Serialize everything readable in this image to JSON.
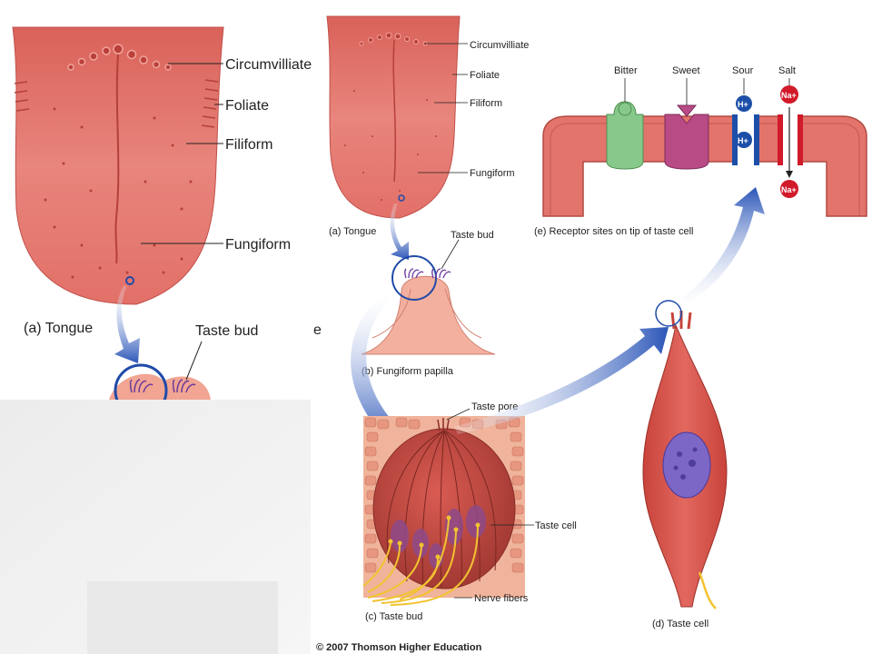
{
  "left_panel": {
    "labels": {
      "circumvilliate": "Circumvilliate",
      "foliate": "Foliate",
      "filiform": "Filiform",
      "fungiform": "Fungiform",
      "caption_tongue": "(a) Tongue",
      "taste_bud": "Taste bud"
    }
  },
  "right_panel": {
    "labels": {
      "circumvilliate": "Circumvilliate",
      "foliate": "Foliate",
      "filiform": "Filiform",
      "fungiform": "Fungiform",
      "caption_tongue": "(a) Tongue",
      "taste_bud": "Taste bud",
      "caption_papilla": "(b) Fungiform papilla",
      "taste_pore": "Taste pore",
      "taste_cell_c": "Taste cell",
      "nerve_fibers": "Nerve fibers",
      "caption_taste_bud": "(c) Taste bud",
      "caption_taste_cell": "(d) Taste cell",
      "caption_receptor": "(e) Receptor sites on tip of taste cell",
      "bitter": "Bitter",
      "sweet": "Sweet",
      "sour": "Sour",
      "salt": "Salt",
      "h_ion_1": "H+",
      "h_ion_2": "H+",
      "na_ion_top": "Na+",
      "na_ion_bottom": "Na+",
      "copyright": "© 2007 Thomson Higher Education"
    }
  },
  "stray_letter": "e",
  "colors": {
    "tongue": "#e0726a",
    "tongue_dark": "#c2453e",
    "arrow_blue": "#2a55b8",
    "membrane": "#d9655c",
    "bitter": "#86c98a",
    "sweet": "#b84a86",
    "sour": "#1d4fa8",
    "salt": "#d11a2a"
  }
}
